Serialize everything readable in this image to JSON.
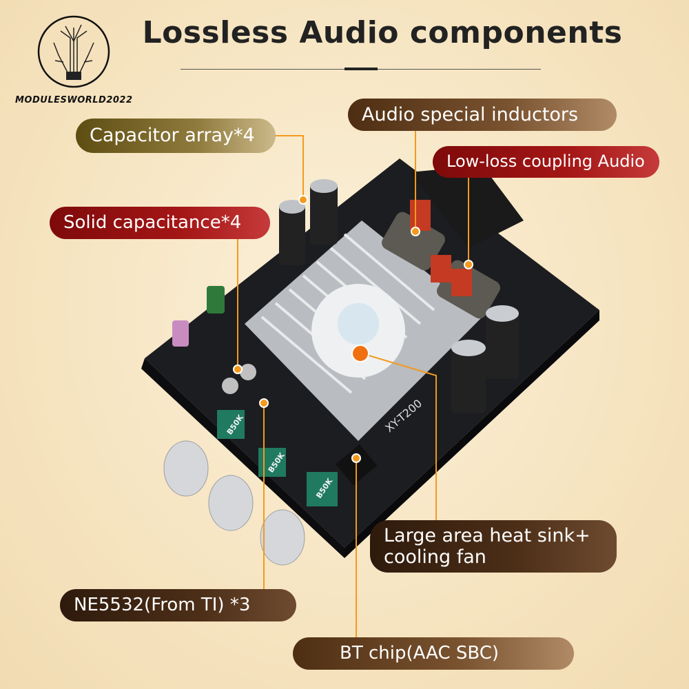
{
  "brand": {
    "name": "MODULESWORLD2022",
    "logo": "circuit-tree-bulb-logo"
  },
  "title": "Lossless Audio components",
  "colors": {
    "leader": "#f39a1e",
    "background": "#f6e4c0"
  },
  "board": {
    "model": "XY-T200",
    "knob_marking": "B50K"
  },
  "callouts": {
    "capacitor_array": "Capacitor array*4",
    "audio_inductors": "Audio special inductors",
    "coupling": "Low-loss coupling Audio",
    "solid_cap": "Solid capacitance*4",
    "heat_sink_line1": "Large area heat sink+",
    "heat_sink_line2": "cooling fan",
    "opamp": "NE5532(From TI) *3",
    "bt_chip": "BT chip(AAC SBC)"
  }
}
